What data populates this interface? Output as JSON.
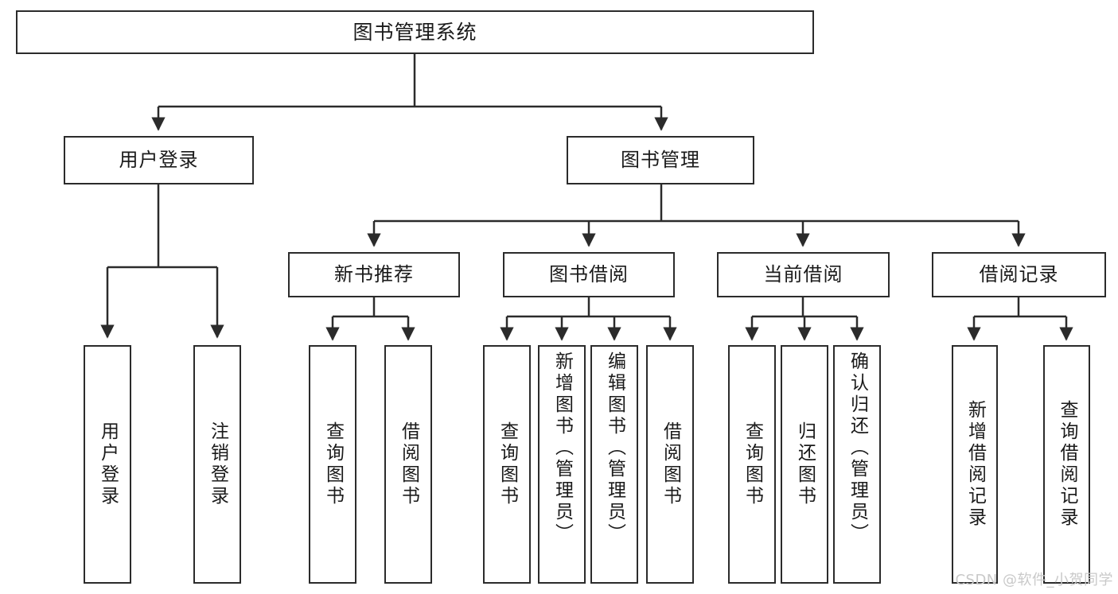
{
  "diagram": {
    "title": "图书管理系统",
    "type": "tree",
    "watermark": "CSDN @软件_小贺同学",
    "colors": {
      "background": "#ffffff",
      "box_border": "#2b2b2b",
      "box_fill": "#ffffff",
      "edge": "#2b2b2b",
      "text": "#1a1a1a",
      "watermark": "#c9c9c9"
    },
    "nodes": {
      "root": {
        "label": "图书管理系统"
      },
      "level2": [
        {
          "label": "用户登录"
        },
        {
          "label": "图书管理"
        }
      ],
      "level3": [
        {
          "label": "新书推荐"
        },
        {
          "label": "图书借阅"
        },
        {
          "label": "当前借阅"
        },
        {
          "label": "借阅记录"
        }
      ],
      "leaves": {
        "user_login": [
          {
            "label": "用户登录"
          },
          {
            "label": "注销登录"
          }
        ],
        "new_book": [
          {
            "label": "查询图书"
          },
          {
            "label": "借阅图书"
          }
        ],
        "borrow_book": [
          {
            "label": "查询图书"
          },
          {
            "label": "新增图书（管理员）"
          },
          {
            "label": "编辑图书（管理员）"
          },
          {
            "label": "借阅图书"
          }
        ],
        "current_borrow": [
          {
            "label": "查询图书"
          },
          {
            "label": "归还图书"
          },
          {
            "label": "确认归还（管理员）"
          }
        ],
        "borrow_record": [
          {
            "label": "新增借阅记录"
          },
          {
            "label": "查询借阅记录"
          }
        ]
      }
    }
  }
}
